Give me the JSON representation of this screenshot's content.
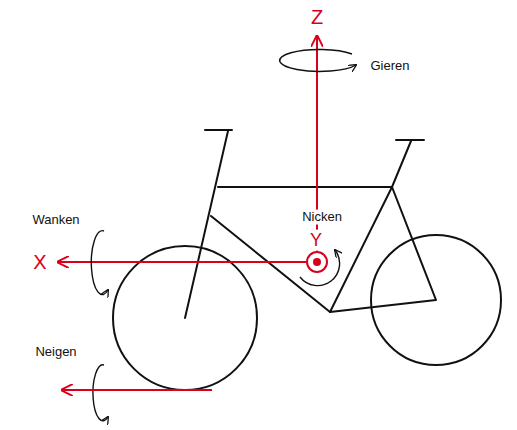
{
  "diagram": {
    "labels": [
      "Z",
      "Gieren",
      "Wanken",
      "X",
      "Nicken",
      "Y",
      "Neigen"
    ]
  }
}
